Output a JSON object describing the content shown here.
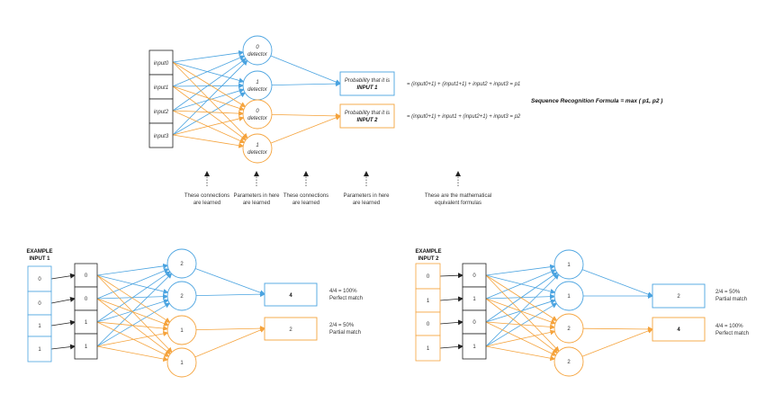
{
  "colors": {
    "blue": "#4aa3e0",
    "orange": "#f5a33c",
    "black": "#222222"
  },
  "top": {
    "inputs": [
      "input0",
      "input1",
      "input2",
      "input3"
    ],
    "nodes": [
      {
        "line1": "0",
        "line2": "detector"
      },
      {
        "line1": "1",
        "line2": "detector"
      },
      {
        "line1": "0",
        "line2": "detector"
      },
      {
        "line1": "1",
        "line2": "detector"
      }
    ],
    "outputs": [
      {
        "line1": "Probability that it is",
        "line2": "INPUT 1"
      },
      {
        "line1": "Probability that it is",
        "line2": "INPUT 2"
      }
    ],
    "formula1": "= (input0+1) + (input1+1) + input2 + input3 = p1",
    "formula2": "= (input0+1) + input1 + (input2+1) + input3 = p2",
    "seq_formula": "Sequence Recognition Formula = max ( p1, p2 )",
    "annotations": [
      {
        "line1": "These connections",
        "line2": "are learned"
      },
      {
        "line1": "Parameters in here",
        "line2": "are learned"
      },
      {
        "line1": "These connections",
        "line2": "are learned"
      },
      {
        "line1": "Parameters in here",
        "line2": "are learned"
      },
      {
        "line1": "These are the mathematical",
        "line2": "equivalent formulas"
      }
    ]
  },
  "examples": [
    {
      "label1": "EXAMPLE",
      "label2": "INPUT 1",
      "inputs": [
        "0",
        "0",
        "1",
        "1"
      ],
      "copies": [
        "0",
        "0",
        "1",
        "1"
      ],
      "nodes": [
        "2",
        "2",
        "1",
        "1"
      ],
      "outputs": [
        "4",
        "2"
      ],
      "results": [
        {
          "line1": "4/4 = 100%",
          "line2": "Perfect match"
        },
        {
          "line1": "2/4 = 50%",
          "line2": "Partial match"
        }
      ]
    },
    {
      "label1": "EXAMPLE",
      "label2": "INPUT 2",
      "inputs": [
        "0",
        "1",
        "0",
        "1"
      ],
      "copies": [
        "0",
        "1",
        "0",
        "1"
      ],
      "nodes": [
        "1",
        "1",
        "2",
        "2"
      ],
      "outputs": [
        "2",
        "4"
      ],
      "results": [
        {
          "line1": "2/4 = 50%",
          "line2": "Partial match"
        },
        {
          "line1": "4/4 = 100%",
          "line2": "Perfect match"
        }
      ]
    }
  ]
}
